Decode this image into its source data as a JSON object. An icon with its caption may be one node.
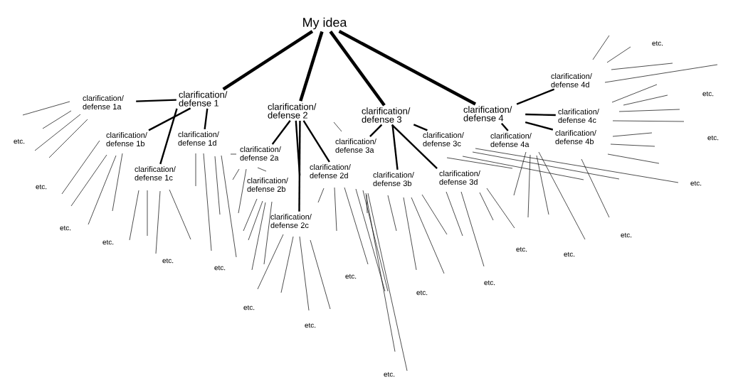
{
  "diagram": {
    "nodes": [
      {
        "text": [
          "My idea"
        ]
      },
      {
        "text": [
          "clarification/ defense 1"
        ]
      },
      {
        "text": [
          "clarification/ defense 2"
        ]
      },
      {
        "text": [
          "clarification/ defense 3"
        ]
      },
      {
        "text": [
          "clarification/ defense 4"
        ]
      },
      {
        "text": [
          "clarification/ defense 1a"
        ]
      },
      {
        "text": [
          "clarification/ defense 1b"
        ]
      },
      {
        "text": [
          "clarification/ defense 1c"
        ]
      },
      {
        "text": [
          "clarification/ defense 1d"
        ]
      },
      {
        "text": [
          "clarification/ defense 2a"
        ]
      },
      {
        "text": [
          "clarification/ defense 2b"
        ]
      },
      {
        "text": [
          "clarification/ defense 2c"
        ]
      },
      {
        "text": [
          "clarification/ defense 2d"
        ]
      },
      {
        "text": [
          "clarification/ defense 3a"
        ]
      },
      {
        "text": [
          "clarification/ defense 3b"
        ]
      },
      {
        "text": [
          "clarification/ defense 3c"
        ]
      },
      {
        "text": [
          "clarification/ defense 3d"
        ]
      },
      {
        "text": [
          "clarification/ defense 4a"
        ]
      },
      {
        "text": [
          "clarification/ defense 4b"
        ]
      },
      {
        "text": [
          "clarification/ defense 4c"
        ]
      },
      {
        "text": [
          "clarification/ defense 4d"
        ]
      }
    ],
    "edges": [
      {
        "from": 0,
        "to": 1,
        "arrow": "none",
        "style": "thick"
      },
      {
        "from": 0,
        "to": 2,
        "arrow": "none",
        "style": "thick"
      },
      {
        "from": 0,
        "to": 3,
        "arrow": "none",
        "style": "thick"
      },
      {
        "from": 0,
        "to": 4,
        "arrow": "none",
        "style": "thick"
      },
      {
        "from": 1,
        "to": 5,
        "arrow": "none"
      },
      {
        "from": 1,
        "to": 6,
        "arrow": "none"
      },
      {
        "from": 1,
        "to": 7,
        "arrow": "none"
      },
      {
        "from": 1,
        "to": 8,
        "arrow": "none"
      },
      {
        "from": 2,
        "to": 9,
        "arrow": "none"
      },
      {
        "from": 2,
        "to": 10,
        "arrow": "none"
      },
      {
        "from": 2,
        "to": 11,
        "arrow": "none"
      },
      {
        "from": 2,
        "to": 12,
        "arrow": "none"
      },
      {
        "from": 3,
        "to": 13,
        "arrow": "none"
      },
      {
        "from": 3,
        "to": 14,
        "arrow": "none"
      },
      {
        "from": 3,
        "to": 15,
        "arrow": "none"
      },
      {
        "from": 3,
        "to": 16,
        "arrow": "none"
      },
      {
        "from": 4,
        "to": 17,
        "arrow": "none"
      },
      {
        "from": 4,
        "to": 18,
        "arrow": "none"
      },
      {
        "from": 4,
        "to": 19,
        "arrow": "none"
      },
      {
        "from": 4,
        "to": 20,
        "arrow": "none"
      }
    ],
    "labels": [
      "etc.",
      "etc.",
      "etc.",
      "etc.",
      "etc.",
      "etc.",
      "etc.",
      "etc.",
      "etc.",
      "etc.",
      "etc.",
      "etc.",
      "etc.",
      "etc.",
      "etc.",
      "etc.",
      "etc.",
      "etc.",
      "etc."
    ]
  }
}
